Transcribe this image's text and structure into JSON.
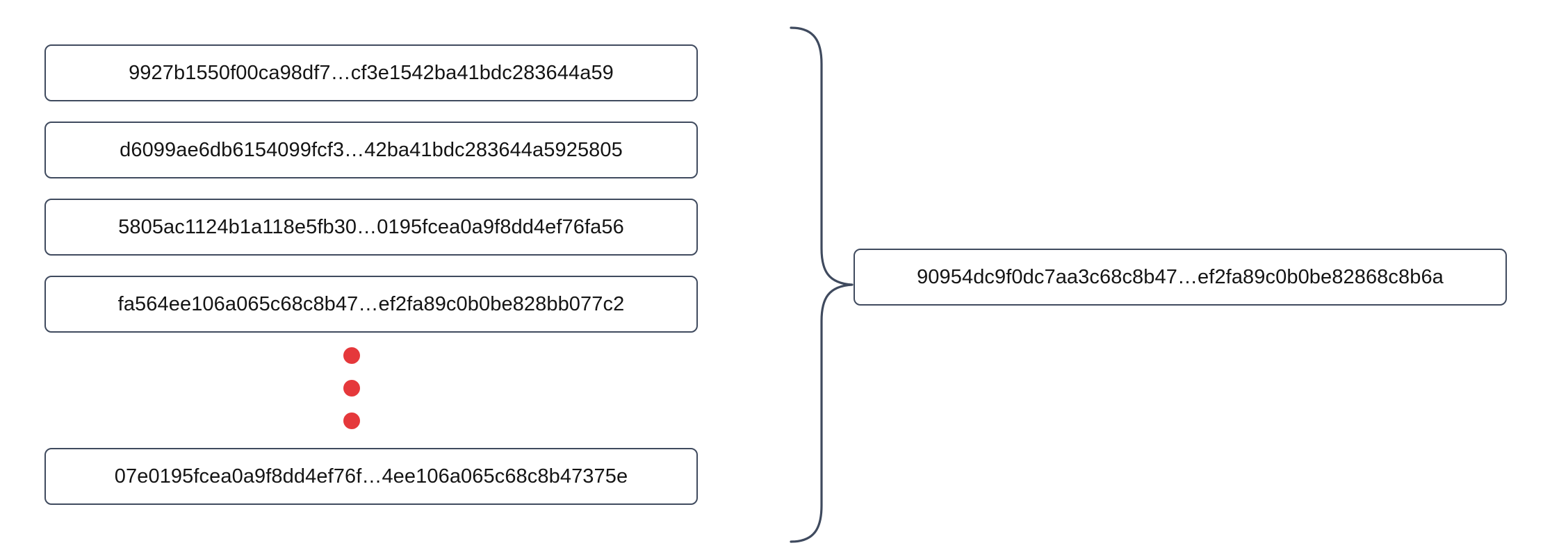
{
  "diagram": {
    "type": "hash-aggregation",
    "accent_color": "#3f4a5e",
    "dot_color": "#e5383b",
    "box_background": "#ffffff",
    "text_color": "#141414",
    "page_background": "#ffffff",
    "inputs": {
      "label": "input-hash-list",
      "items": [
        {
          "hash": "9927b1550f00ca98df7…cf3e1542ba41bdc283644a59"
        },
        {
          "hash": "d6099ae6db6154099fcf3…42ba41bdc283644a5925805"
        },
        {
          "hash": "5805ac1124b1a118e5fb30…0195fcea0a9f8dd4ef76fa56"
        },
        {
          "hash": "fa564ee106a065c68c8b47…ef2fa89c0b0be828bb077c2"
        },
        {
          "hash": "07e0195fcea0a9f8dd4ef76f…4ee106a065c68c8b47375e"
        }
      ],
      "continuation_marker": "vertical-ellipsis"
    },
    "connector": {
      "kind": "curly-brace",
      "orientation": "right-pointing"
    },
    "output": {
      "label": "aggregated-hash",
      "hash": "90954dc9f0dc7aa3c68c8b47…ef2fa89c0b0be82868c8b6a"
    }
  }
}
